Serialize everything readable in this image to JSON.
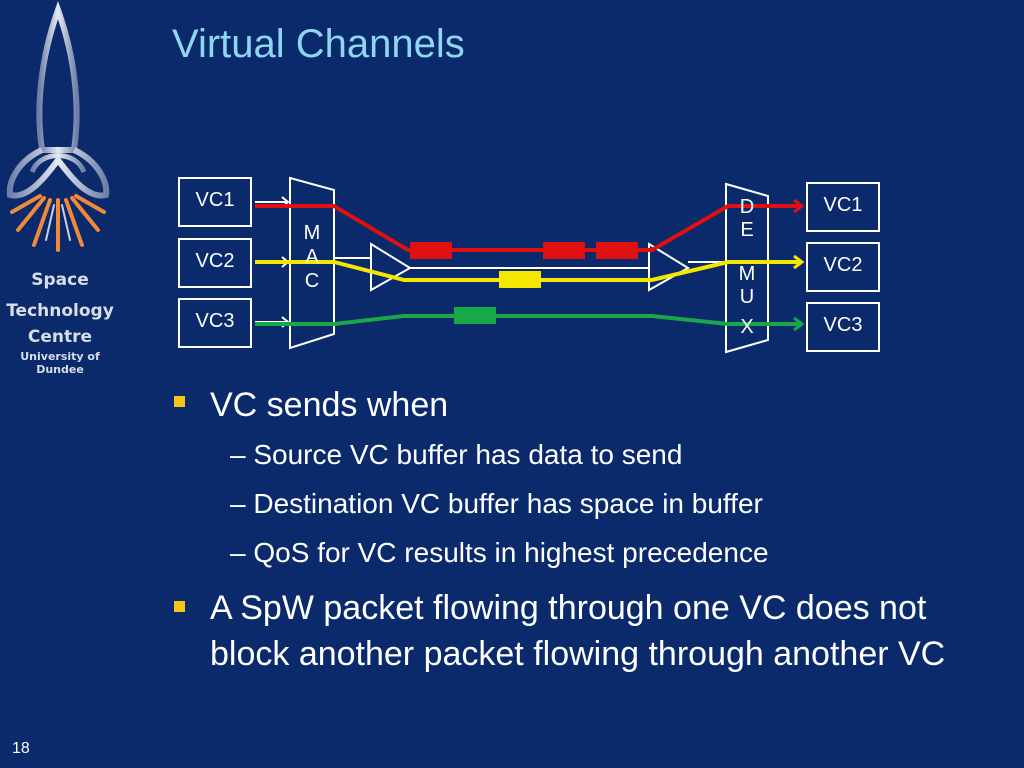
{
  "title": "Virtual Channels",
  "logo": {
    "line1": "Space",
    "line2": "Technology",
    "line3": "Centre",
    "line4": "University of Dundee"
  },
  "diagram": {
    "source_vcs": [
      "VC1",
      "VC2",
      "VC3"
    ],
    "dest_vcs": [
      "VC1",
      "VC2",
      "VC3"
    ],
    "mac_letters": [
      "M",
      "A",
      "C"
    ],
    "demux_letters": [
      "D",
      "E",
      "M",
      "U",
      "X"
    ],
    "colors": {
      "vc1": "#e01010",
      "vc2": "#f5e600",
      "vc3": "#18a848",
      "wire": "#ffffff"
    }
  },
  "bullets": [
    {
      "text": "VC sends when",
      "subs": [
        "Source VC buffer has data to send",
        "Destination VC buffer has space in buffer",
        "QoS for VC results in highest precedence"
      ]
    },
    {
      "text": "A SpW packet flowing through one VC does not block another packet flowing through another VC",
      "subs": []
    }
  ],
  "page_number": "18",
  "accent_color": "#8fd6f2",
  "bullet_color": "#f5c518"
}
